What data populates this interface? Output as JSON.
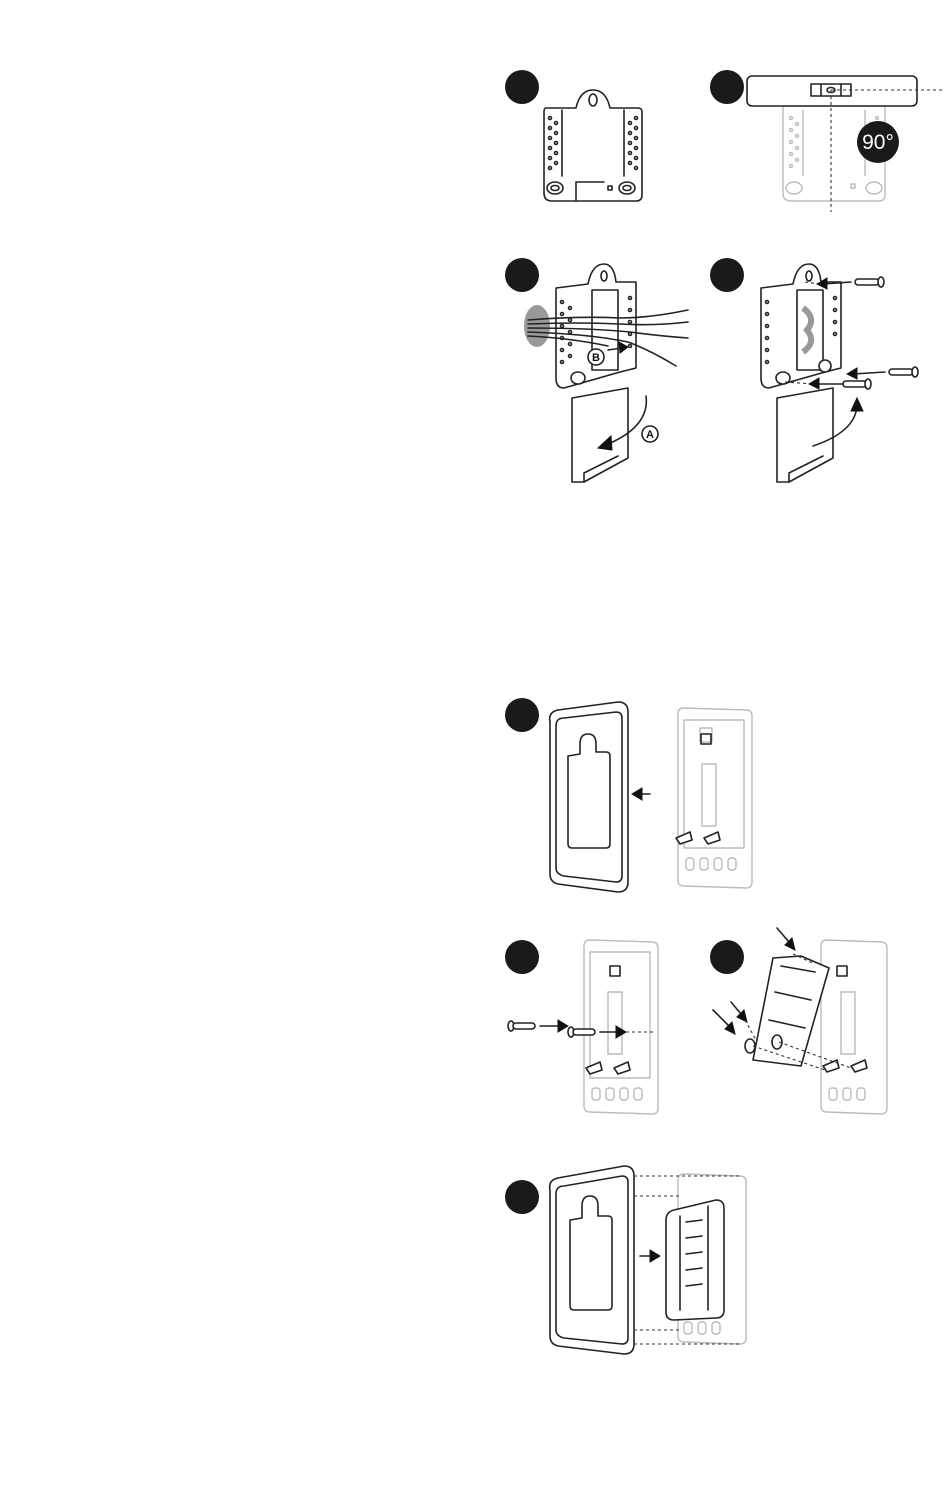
{
  "figures": {
    "level_callout": {
      "angle_label": "90°"
    },
    "wiring_step": {
      "callout_a": "A",
      "callout_b": "B"
    }
  },
  "colors": {
    "ink": "#222222",
    "light_ink": "#bbbbbb",
    "step_badge": "#1a1a1a",
    "wall_hole": "#999999"
  },
  "icons": [
    "step-badge",
    "mounting-plate",
    "bubble-level",
    "wire-bundle",
    "screw",
    "arrow",
    "wall-plate",
    "thermostat-unit"
  ]
}
